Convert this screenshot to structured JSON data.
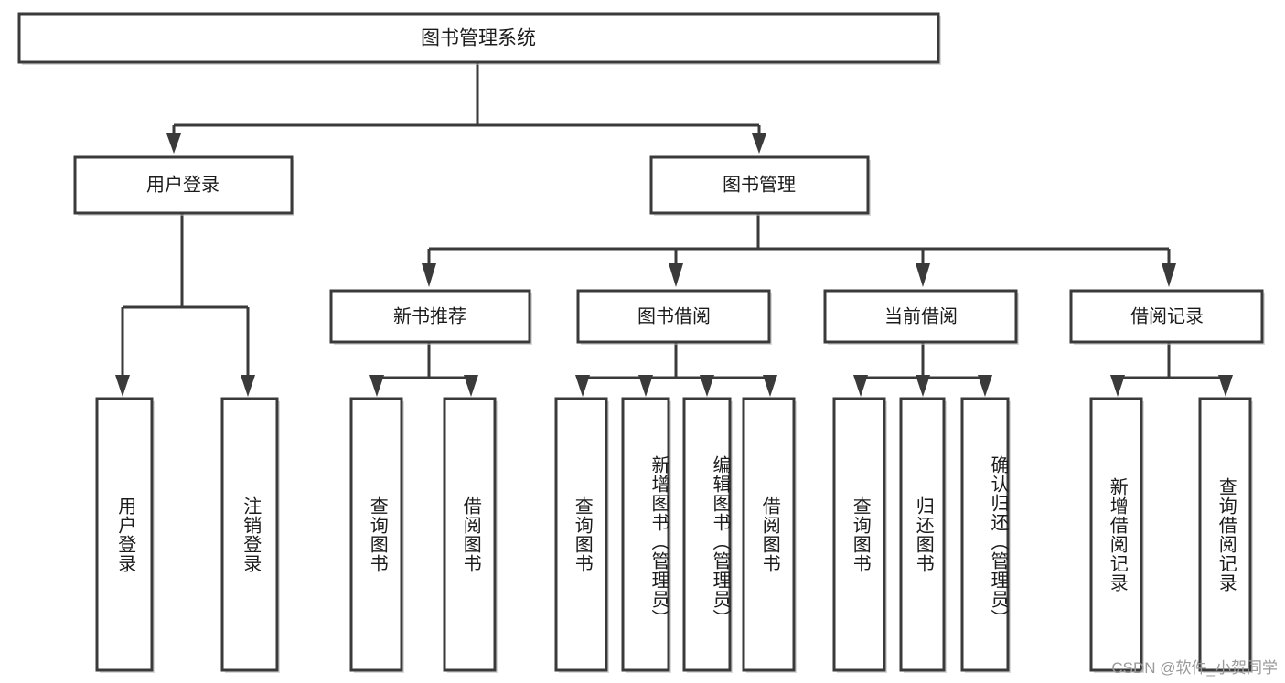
{
  "diagram": {
    "type": "tree",
    "title": "图书管理系统",
    "root": {
      "label": "图书管理系统"
    },
    "level2": [
      {
        "label": "用户登录"
      },
      {
        "label": "图书管理"
      }
    ],
    "level3": [
      {
        "label": "新书推荐"
      },
      {
        "label": "图书借阅"
      },
      {
        "label": "当前借阅"
      },
      {
        "label": "借阅记录"
      }
    ],
    "leaves": {
      "user_login": [
        {
          "label": "用户登录"
        },
        {
          "label": "注销登录"
        }
      ],
      "new_book_recommend": [
        {
          "label": "查询图书"
        },
        {
          "label": "借阅图书"
        }
      ],
      "book_borrow": [
        {
          "label": "查询图书"
        },
        {
          "label": "新增图书（管理员）"
        },
        {
          "label": "编辑图书（管理员）"
        },
        {
          "label": "借阅图书"
        }
      ],
      "current_borrow": [
        {
          "label": "查询图书"
        },
        {
          "label": "归还图书"
        },
        {
          "label": "确认归还（管理员）"
        }
      ],
      "borrow_record": [
        {
          "label": "新增借阅记录"
        },
        {
          "label": "查询借阅记录"
        }
      ]
    }
  },
  "watermark": {
    "text": "CSDN @软件_小贺同学"
  },
  "colors": {
    "stroke": "#3a3a3a",
    "fill": "#ffffff",
    "text": "#1b1b1b",
    "shadow": "#b9b9b9",
    "watermark": "#9a9a9a"
  }
}
